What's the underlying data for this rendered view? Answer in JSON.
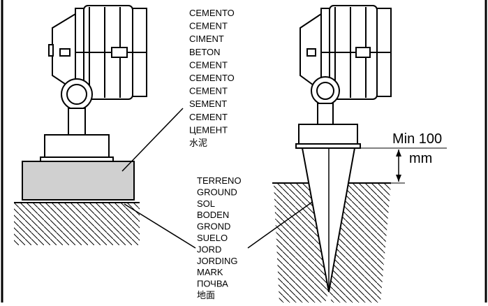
{
  "cement_labels": [
    "CEMENTO",
    "CEMENT",
    "CIMENT",
    "BETON",
    "CEMENT",
    "CEMENTO",
    "CEMENT",
    "SEMENT",
    "CEMENT",
    "ЦЕМЕНТ",
    "水泥"
  ],
  "ground_labels": [
    "TERRENO",
    "GROUND",
    "SOL",
    "BODEN",
    "GROND",
    "SUELO",
    "JORD",
    "JORDING",
    "MARK",
    "ПОЧВА",
    "地面"
  ],
  "dimension": {
    "value": "Min 100",
    "unit": "mm"
  },
  "colors": {
    "line": "#000000",
    "block_fill": "#d0d0d0",
    "background": "#ffffff"
  }
}
